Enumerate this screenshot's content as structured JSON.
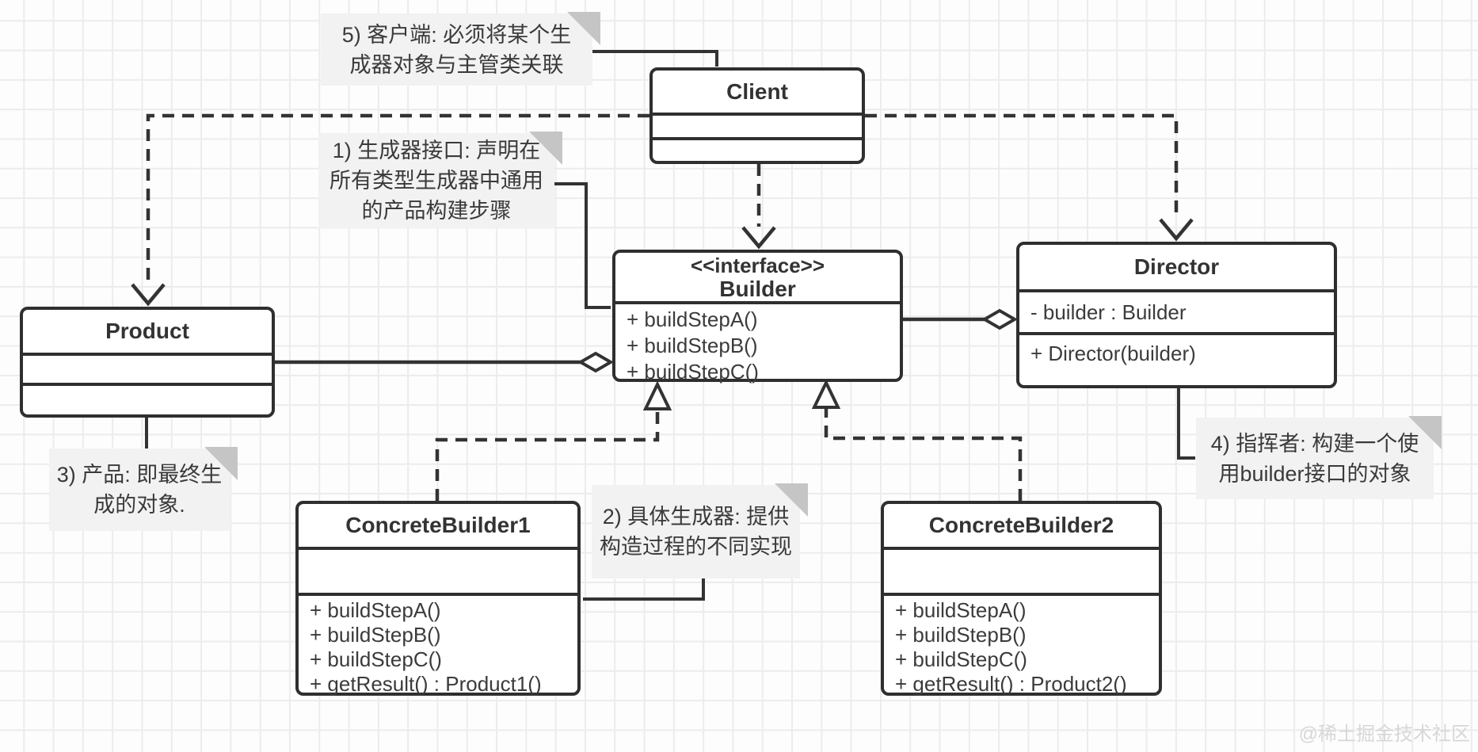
{
  "classes": {
    "client": {
      "name": "Client"
    },
    "builder": {
      "stereotype": "<<interface>>",
      "name": "Builder",
      "methods": [
        "+ buildStepA()",
        "+ buildStepB()",
        "+ buildStepC()"
      ]
    },
    "director": {
      "name": "Director",
      "attributes": [
        "- builder : Builder"
      ],
      "methods": [
        "+ Director(builder)"
      ]
    },
    "product": {
      "name": "Product"
    },
    "concrete_builder1": {
      "name": "ConcreteBuilder1",
      "methods": [
        "+ buildStepA()",
        "+ buildStepB()",
        "+ buildStepC()",
        "+ getResult() : Product1()"
      ]
    },
    "concrete_builder2": {
      "name": "ConcreteBuilder2",
      "methods": [
        "+ buildStepA()",
        "+ buildStepB()",
        "+ buildStepC()",
        "+ getResult() : Product2()"
      ]
    }
  },
  "notes": {
    "note1": {
      "text": "1) 生成器接口: 声明在\n所有类型生成器中通用\n的产品构建步骤"
    },
    "note2": {
      "text": "2) 具体生成器: 提供\n构造过程的不同实现"
    },
    "note3": {
      "text": "3) 产品: 即最终生\n成的对象."
    },
    "note4": {
      "text": "4) 指挥者: 构建一个使\n用builder接口的对象"
    },
    "note5": {
      "text": "5) 客户端: 必须将某个生\n成器对象与主管类关联"
    }
  },
  "relationships": [
    {
      "type": "dependency",
      "from": "Client",
      "to": "Builder",
      "style": "dashed-open-arrow"
    },
    {
      "type": "dependency",
      "from": "Client",
      "to": "Product",
      "style": "dashed-open-arrow"
    },
    {
      "type": "dependency",
      "from": "Client",
      "to": "Director",
      "style": "dashed-open-arrow"
    },
    {
      "type": "realization",
      "from": "ConcreteBuilder1",
      "to": "Builder",
      "style": "dashed-hollow-triangle"
    },
    {
      "type": "realization",
      "from": "ConcreteBuilder2",
      "to": "Builder",
      "style": "dashed-hollow-triangle"
    },
    {
      "type": "aggregation",
      "whole": "Builder",
      "part": "Product",
      "style": "solid-hollow-diamond"
    },
    {
      "type": "aggregation",
      "whole": "Director",
      "part": "Builder",
      "style": "solid-hollow-diamond"
    }
  ],
  "watermark": "@稀土掘金技术社区",
  "colors": {
    "stroke": "#333333",
    "box_border": "#2f2f2f",
    "box_fill": "#ffffff",
    "note_bg": "#f2f2f2",
    "note_fold": "#c5c5c5",
    "grid_line": "#ececec",
    "canvas_bg": "#fdfdfd",
    "watermark": "#d7d7d7"
  }
}
